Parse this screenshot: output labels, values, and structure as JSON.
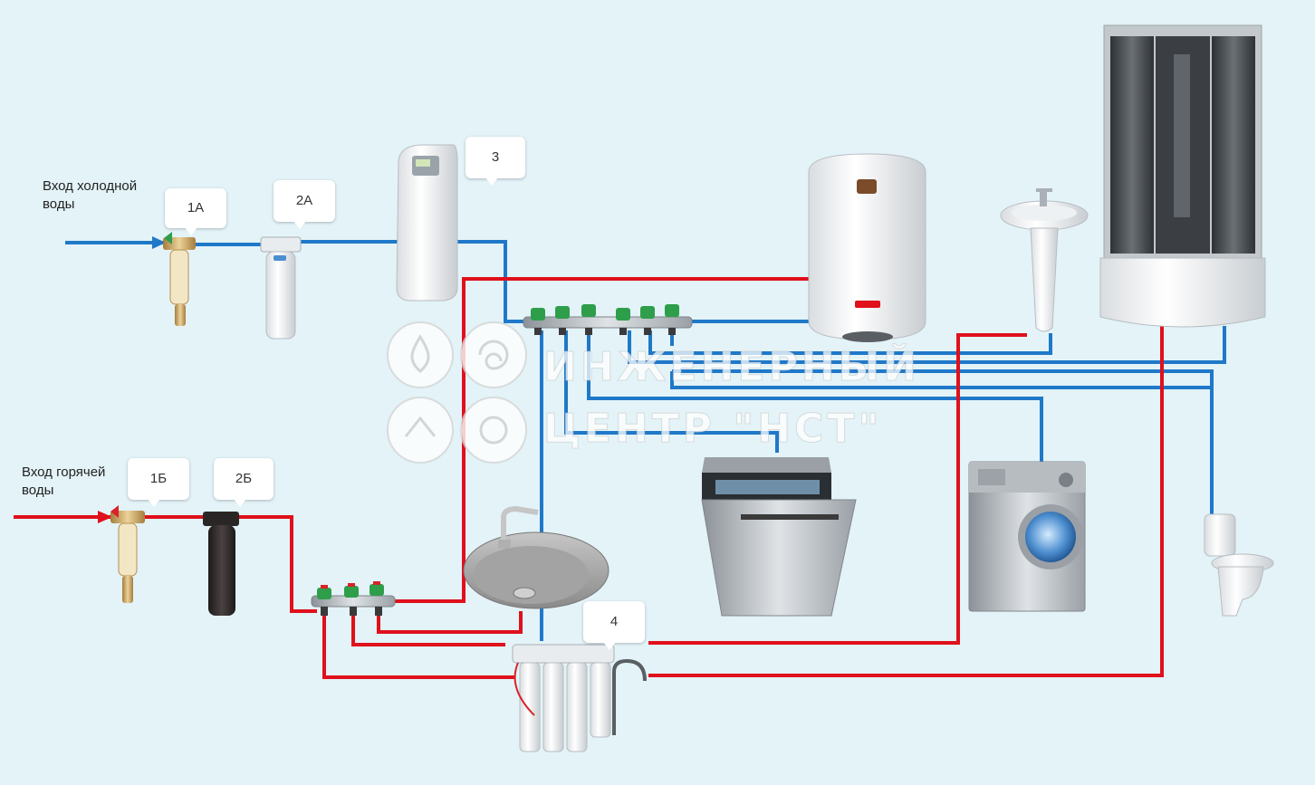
{
  "labels": {
    "cold_inlet": "Вход холодной\nводы",
    "hot_inlet": "Вход горячей\nводы"
  },
  "callouts": {
    "c1a": "1А",
    "c2a": "2А",
    "c3": "3",
    "c1b": "1Б",
    "c2b": "2Б",
    "c4": "4"
  },
  "watermark": {
    "line1": "ИНЖЕНЕРНЫЙ",
    "line2": "ЦЕНТР \"НСТ\""
  },
  "colors": {
    "background": "#e3f3f8",
    "cold_pipe": "#1f78c8",
    "hot_pipe": "#e0101c",
    "valve_green": "#2e9e4a",
    "valve_red": "#d8232a",
    "brass": "#c9a25a"
  }
}
